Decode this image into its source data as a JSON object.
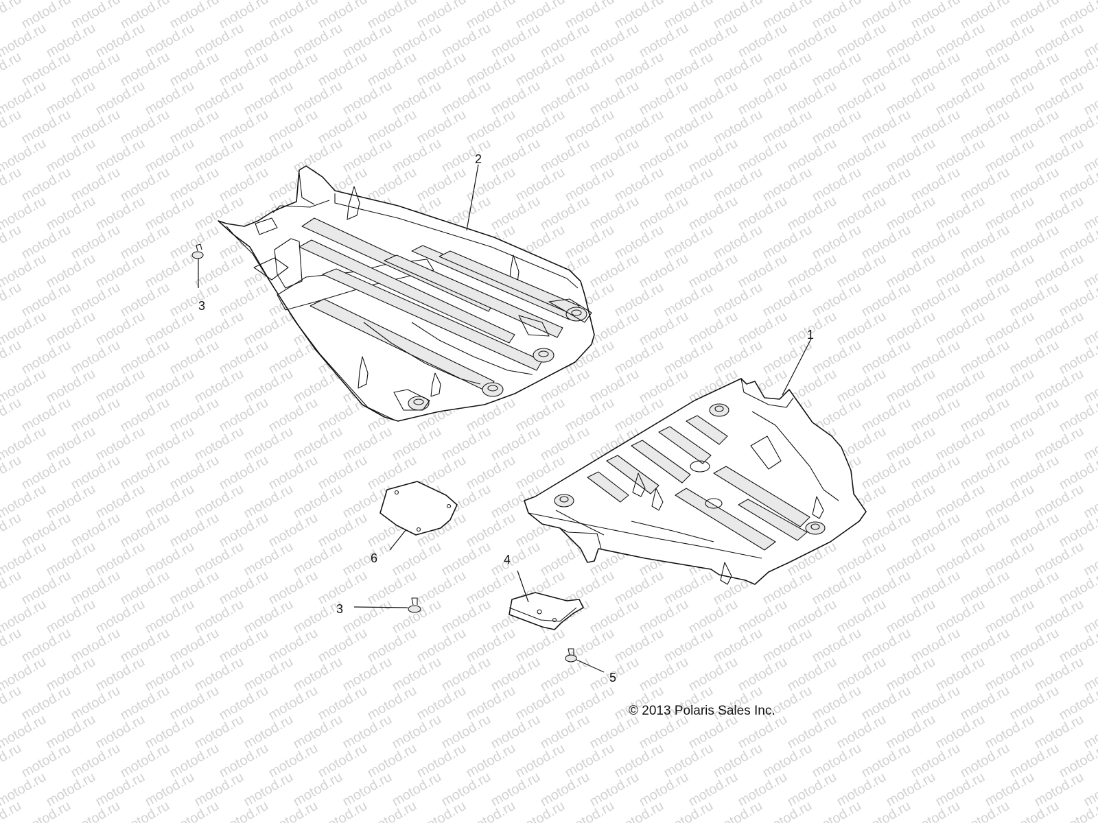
{
  "watermark": {
    "text": "motod.ru"
  },
  "callouts": [
    {
      "id": "callout-1",
      "label": "1"
    },
    {
      "id": "callout-2",
      "label": "2"
    },
    {
      "id": "callout-3-top",
      "label": "3"
    },
    {
      "id": "callout-3-bottom",
      "label": "3"
    },
    {
      "id": "callout-4",
      "label": "4"
    },
    {
      "id": "callout-5",
      "label": "5"
    },
    {
      "id": "callout-6",
      "label": "6"
    }
  ],
  "copyright": "© 2013 Polaris Sales Inc."
}
